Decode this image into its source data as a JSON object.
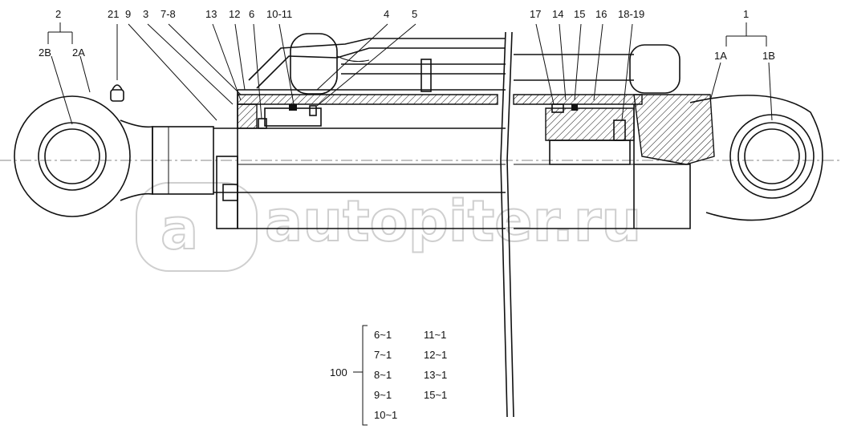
{
  "callouts": {
    "p2": "2",
    "p2b": "2B",
    "p2a": "2A",
    "p21": "21",
    "p9": "9",
    "p3": "3",
    "p78": "7-8",
    "p13": "13",
    "p12": "12",
    "p6": "6",
    "p1011": "10-11",
    "p4": "4",
    "p5": "5",
    "p17": "17",
    "p14": "14",
    "p15": "15",
    "p16": "16",
    "p1819": "18-19",
    "p1": "1",
    "p1a": "1A",
    "p1b": "1B"
  },
  "kit": {
    "number": "100",
    "col1": [
      "6~1",
      "7~1",
      "8~1",
      "9~1",
      "10~1"
    ],
    "col2": [
      "11~1",
      "12~1",
      "13~1",
      "15~1"
    ]
  },
  "watermark": "autopiter.ru",
  "watermark_logo": "a"
}
